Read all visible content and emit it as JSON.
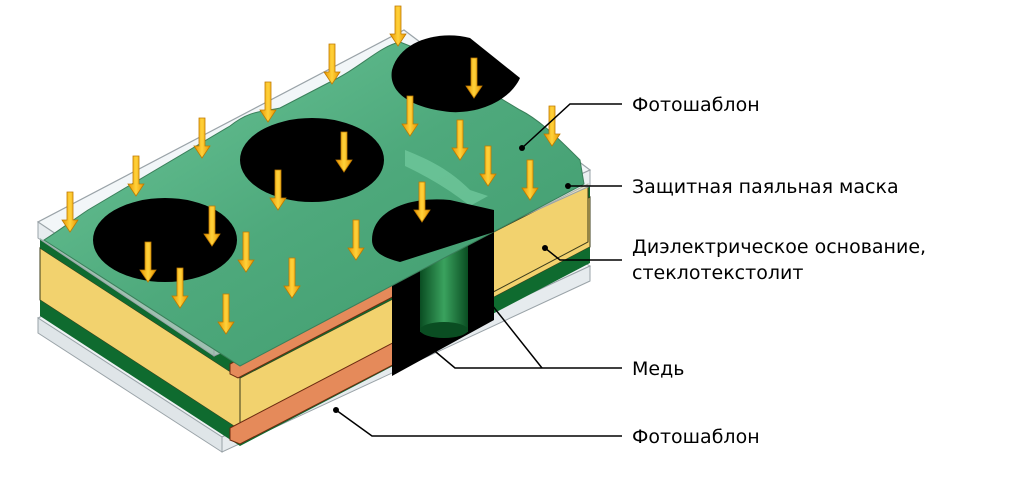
{
  "diagram": {
    "labels": {
      "photomask_top": "Фотошаблон",
      "solder_mask": "Защитная паяльная маска",
      "dielectric_line1": "Диэлектрическое основание,",
      "dielectric_line2": "стеклотекстолит",
      "copper": "Медь",
      "photomask_bottom": "Фотошаблон"
    },
    "colors": {
      "solder_mask_green": "#0f6b2f",
      "mask_light_green": "#5db58a",
      "dielectric_yellow": "#f2d26e",
      "copper": "#e58a5a",
      "photomask_glass": "#e8eef2",
      "uv_arrow": "#f7b20a",
      "hole_black": "#000000",
      "leader_line": "#000000"
    },
    "uv_arrow_count": 22
  }
}
